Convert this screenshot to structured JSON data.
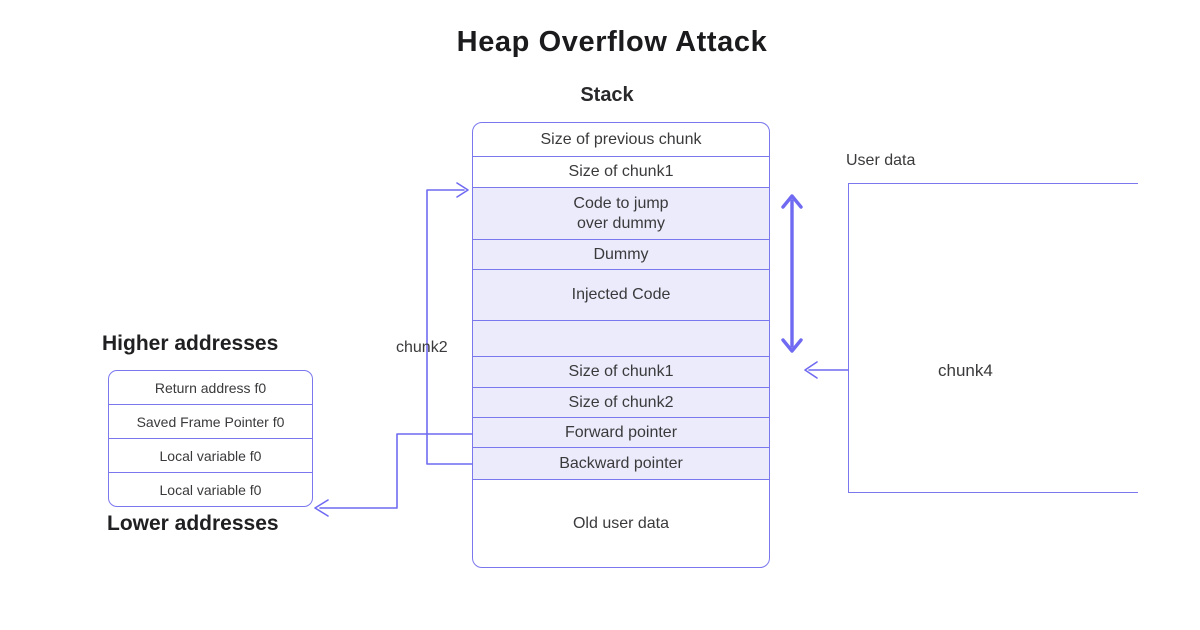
{
  "title": "Heap Overflow Attack",
  "stack": {
    "label": "Stack",
    "rows": [
      {
        "label": "Size of previous chunk"
      },
      {
        "label": "Size of chunk1"
      },
      {
        "label": "Code to jump\nover dummy"
      },
      {
        "label": "Dummy"
      },
      {
        "label": "Injected Code"
      },
      {
        "label": ""
      },
      {
        "label": "Size of chunk1"
      },
      {
        "label": "Size of chunk2"
      },
      {
        "label": "Forward pointer"
      },
      {
        "label": "Backward pointer"
      },
      {
        "label": "Old user data"
      }
    ]
  },
  "stack_frame": {
    "higher_label": "Higher addresses",
    "lower_label": "Lower addresses",
    "rows": [
      {
        "label": "Return address f0"
      },
      {
        "label": "Saved Frame Pointer f0"
      },
      {
        "label": "Local variable f0"
      },
      {
        "label": "Local variable f0"
      }
    ]
  },
  "labels": {
    "chunk2": "chunk2",
    "chunk4": "chunk4",
    "user_data": "User data"
  },
  "colors": {
    "box_border": "#7b78ee",
    "arrow": "#6f6af1",
    "row_fill": "#ebebfb",
    "row_text": "#3a3a3c",
    "title_text": "#1b1b1d"
  }
}
